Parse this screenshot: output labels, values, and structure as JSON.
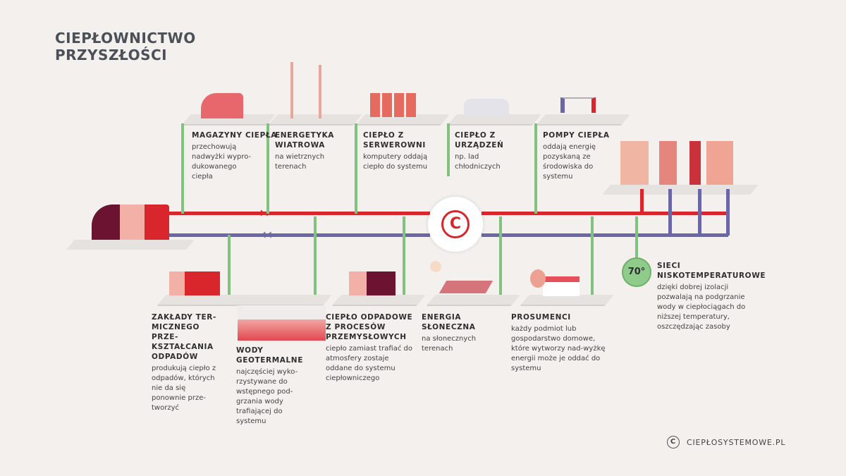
{
  "title": "CIEPŁOWNICTWO PRZYSZŁOŚCI",
  "center_logo": "C",
  "top_items": [
    {
      "heading": "MAGAZYNY CIEPŁA",
      "text": "przechowują nadwyżki wypro-dukowanego ciepła"
    },
    {
      "heading": "ENERGETYKA WIATROWA",
      "text": "na wietrznych terenach"
    },
    {
      "heading": "CIEPŁO Z SERWEROWNI",
      "text": "komputery oddają ciepło do systemu"
    },
    {
      "heading": "CIEPŁO Z URZĄDZEŃ",
      "text": "np. lad chłodniczych"
    },
    {
      "heading": "POMPY CIEPŁA",
      "text": "oddają energię pozyskaną ze środowiska do systemu"
    }
  ],
  "bottom_items": [
    {
      "heading": "ZAKŁADY TER-MICZNEGO PRZE-KSZTAŁCANIA ODPADÓW",
      "text": "produkują ciepło z odpadów, których nie da się ponownie prze-tworzyć"
    },
    {
      "heading": "WODY GEOTERMALNE",
      "text": "najczęściej wyko-rzystywane do wstępnego pod-grzania wody trafiającej do systemu"
    },
    {
      "heading": "CIEPŁO ODPADOWE Z PROCESÓW PRZEMYSŁOWYCH",
      "text": "ciepło zamiast trafiać do atmosfery zostaje oddane do systemu ciepłowniczego"
    },
    {
      "heading": "ENERGIA SŁONECZNA",
      "text": "na słonecznych terenach"
    },
    {
      "heading": "PROSUMENCI",
      "text": "każdy podmiot lub gospodarstwo domowe, które wytworzy nad-wyżkę energii może je oddać do systemu"
    }
  ],
  "low_temp": {
    "badge": "70°",
    "heading": "SIECI NISKOTEMPERATUROWE",
    "text": "dzięki dobrej izolacji pozwalają na podgrzanie wody w ciepłociągach do niższej temperatury, oszczędzając zasoby"
  },
  "footer": {
    "icon": "C",
    "text": "CIEPŁOSYSTEMOWE.PL"
  },
  "colors": {
    "supply": "#d9262c",
    "return": "#6b67a6",
    "branch": "#82c27f"
  }
}
